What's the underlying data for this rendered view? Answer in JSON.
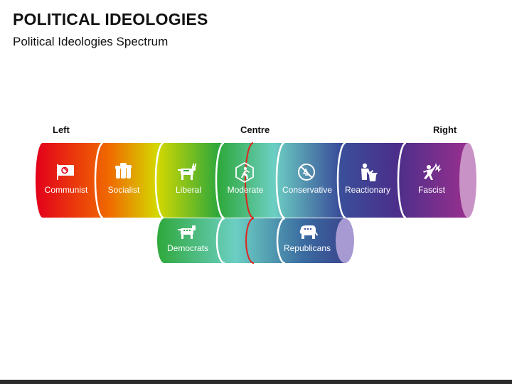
{
  "title": "POLITICAL IDEOLOGIES",
  "subtitle": "Political Ideologies Spectrum",
  "axis": {
    "left": "Left",
    "centre": "Centre",
    "right": "Right"
  },
  "top_row": [
    {
      "label": "Communist",
      "icon": "hammer-sickle-flag-icon"
    },
    {
      "label": "Socialist",
      "icon": "raised-fists-icon"
    },
    {
      "label": "Liberal",
      "icon": "donkey-icon"
    },
    {
      "label": "Moderate",
      "icon": "climber-icon"
    },
    {
      "label": "Conservative",
      "icon": "no-recycle-icon"
    },
    {
      "label": "Reactionary",
      "icon": "podium-speaker-icon"
    },
    {
      "label": "Fascist",
      "icon": "marching-figure-icon"
    }
  ],
  "bottom_row": [
    {
      "label": "Democrats",
      "icon": "donkey-icon"
    },
    {
      "label": "",
      "icon": ""
    },
    {
      "label": "Republicans",
      "icon": "elephant-icon"
    }
  ],
  "colors": {
    "spectrum": [
      "#e3001b",
      "#f06a00",
      "#d4d800",
      "#2ea83a",
      "#6ccfc3",
      "#3a4f9a",
      "#4a2f8a",
      "#9a2f8e"
    ],
    "centre_line": "#e0241c",
    "end_cap_top": "#c892c6",
    "end_cap_bottom": "#a79ad2"
  }
}
